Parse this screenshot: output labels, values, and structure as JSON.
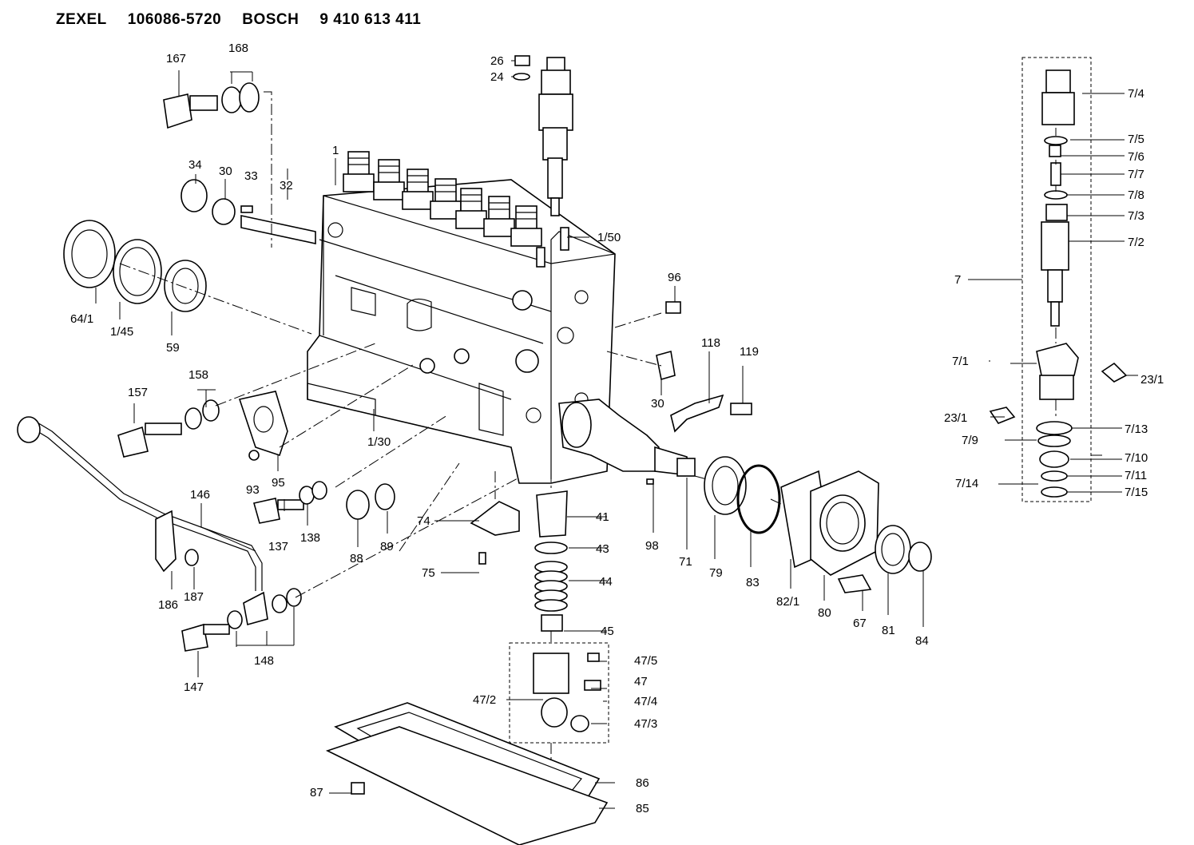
{
  "header": {
    "brand1": "ZEXEL",
    "part1": "106086-5720",
    "brand2": "BOSCH",
    "part2": "9 410 613 411"
  },
  "labels": {
    "l167": "167",
    "l168": "168",
    "l26": "26",
    "l24": "24",
    "l34": "34",
    "l30a": "30",
    "l33": "33",
    "l32": "32",
    "l1": "1",
    "l1_50": "1/50",
    "l64_1": "64/1",
    "l1_45": "1/45",
    "l59": "59",
    "l96": "96",
    "l118": "118",
    "l119": "119",
    "l30b": "30",
    "l158": "158",
    "l157": "157",
    "l1_30": "1/30",
    "l93": "93",
    "l95": "95",
    "l146": "146",
    "l137": "137",
    "l138": "138",
    "l88": "88",
    "l89": "89",
    "l74": "74",
    "l41": "41",
    "l43": "43",
    "l75": "75",
    "l44": "44",
    "l45": "45",
    "l98": "98",
    "l71": "71",
    "l79": "79",
    "l83": "83",
    "l82_1": "82/1",
    "l80": "80",
    "l67": "67",
    "l81": "81",
    "l84": "84",
    "l186": "186",
    "l187": "187",
    "l147": "147",
    "l148": "148",
    "l47_5": "47/5",
    "l47": "47",
    "l47_2": "47/2",
    "l47_4": "47/4",
    "l47_3": "47/3",
    "l86": "86",
    "l85": "85",
    "l87": "87",
    "l7_4": "7/4",
    "l7_5": "7/5",
    "l7_6": "7/6",
    "l7_7": "7/7",
    "l7_8": "7/8",
    "l7_3": "7/3",
    "l7_2": "7/2",
    "l7": "7",
    "l7_1": "7/1",
    "l23_1a": "23/1",
    "l23_1b": "23/1",
    "l7_13": "7/13",
    "l7_9": "7/9",
    "l7_10": "7/10",
    "l7_14": "7/14",
    "l7_11": "7/11",
    "l7_15": "7/15"
  }
}
